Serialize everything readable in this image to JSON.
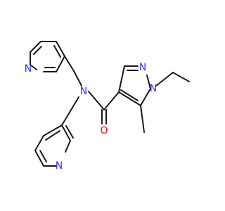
{
  "molecule": {
    "atoms": {
      "n_pyridine_top": "N",
      "n_pyridine_bottom": "N",
      "n_amide": "N",
      "o_carbonyl": "O",
      "n_pyrazole_2": "N",
      "n_pyrazole_1": "N"
    }
  },
  "colors": {
    "bond": "#1a1a1a",
    "nitrogen": "#3333ff",
    "oxygen": "#ff0000",
    "background": "#ffffff"
  }
}
